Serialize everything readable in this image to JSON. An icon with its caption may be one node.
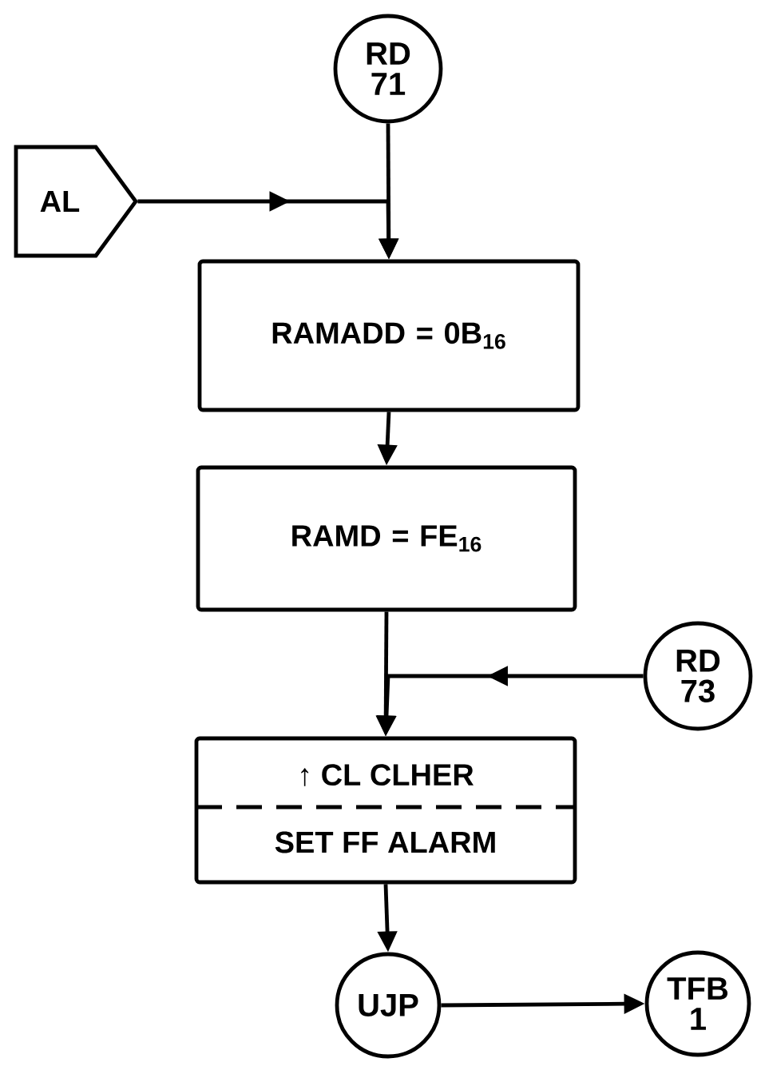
{
  "diagram": {
    "nodes": [
      {
        "text": [
          "RD 71"
        ]
      },
      {
        "text": [
          "AL"
        ]
      },
      {
        "text": [
          "RAMADD = 0B$_{16}$"
        ]
      },
      {
        "text": [
          "RAMD = FE$_{16}$"
        ]
      },
      {
        "text": [
          "RD 73"
        ]
      },
      {
        "text": [
          "↑ CL CLHER",
          "SET FF ALARM"
        ]
      },
      {
        "text": [
          "UJP"
        ]
      },
      {
        "text": [
          "TFB 1"
        ]
      }
    ],
    "edges": [
      {
        "from": 0,
        "to": 2,
        "arrow": "to"
      },
      {
        "from": 1,
        "to": 2,
        "arrow": "to"
      },
      {
        "from": 2,
        "to": 3,
        "arrow": "to"
      },
      {
        "from": 3,
        "to": 5,
        "arrow": "to"
      },
      {
        "from": 4,
        "to": 5,
        "arrow": "to"
      },
      {
        "from": 5,
        "to": 6,
        "arrow": "to"
      },
      {
        "from": 6,
        "to": 7,
        "arrow": "to"
      }
    ]
  }
}
